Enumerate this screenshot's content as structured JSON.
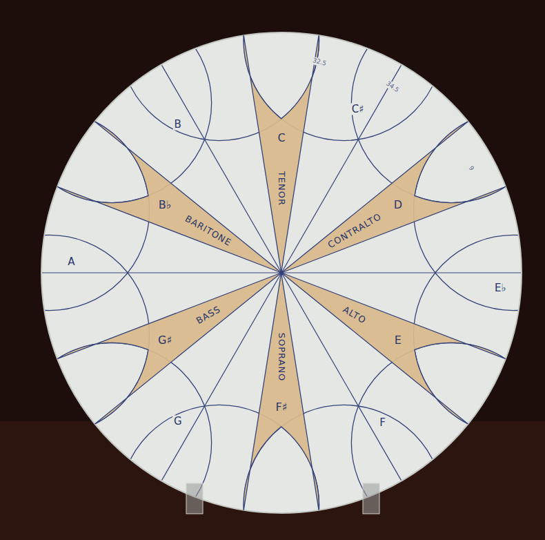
{
  "diagram": {
    "nodes": [
      {
        "text": [
          "C",
          "TENOR"
        ]
      },
      {
        "text": [
          "B♭",
          "BARITONE"
        ]
      },
      {
        "text": [
          "D",
          "CONTRALTO"
        ]
      },
      {
        "text": [
          "E",
          "ALTO"
        ]
      },
      {
        "text": [
          "G♯",
          "BASS"
        ]
      },
      {
        "text": [
          "F♯",
          "SOPRANO"
        ]
      }
    ],
    "labels": [
      "B",
      "C♯",
      "E♭",
      "F",
      "G",
      "A",
      "32.5",
      "34.5",
      "9"
    ]
  }
}
